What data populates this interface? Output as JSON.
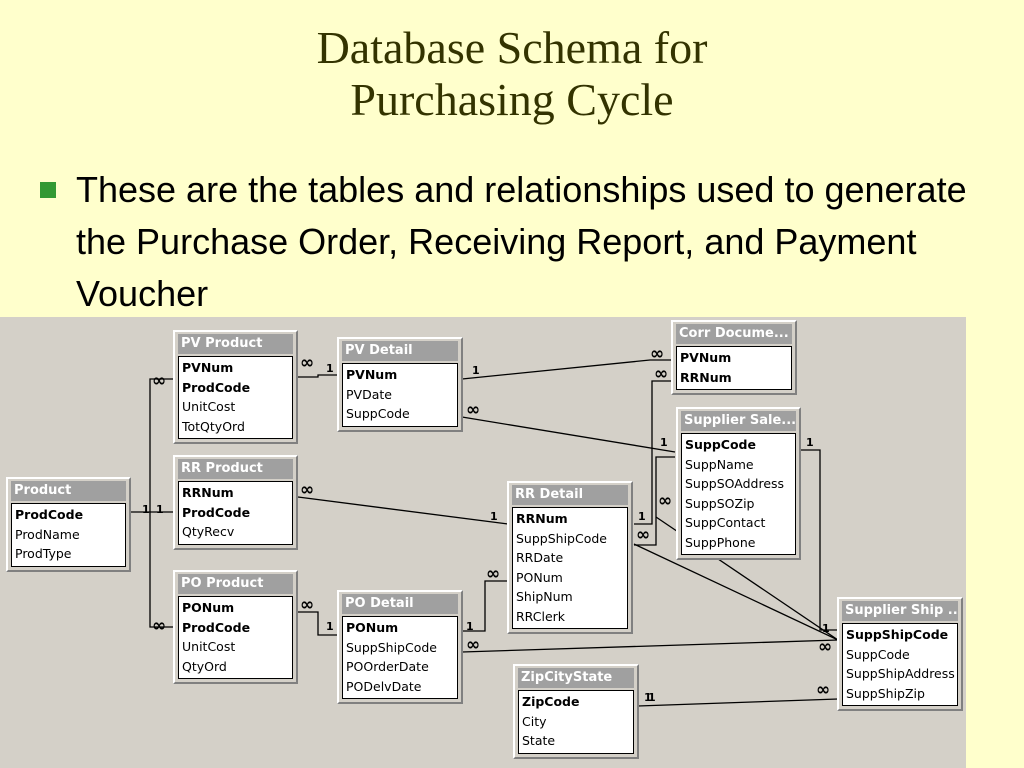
{
  "slide": {
    "title_line1": "Database Schema for",
    "title_line2": "Purchasing Cycle",
    "bullet": "These are the tables and relationships used to generate the Purchase Order, Receiving Report, and Payment Voucher"
  },
  "colors": {
    "background": "#ffffcc",
    "title": "#333300",
    "bullet": "#339933",
    "diagram_bg": "#d4d0c8"
  },
  "tables": {
    "pv_product": {
      "title": "PV Product",
      "fields": [
        "PVNum",
        "ProdCode",
        "UnitCost",
        "TotQtyOrd"
      ]
    },
    "pv_detail": {
      "title": "PV Detail",
      "fields": [
        "PVNum",
        "PVDate",
        "SuppCode"
      ]
    },
    "corr_document": {
      "title": "Corr Docume...",
      "fields": [
        "PVNum",
        "RRNum"
      ]
    },
    "supplier_sales": {
      "title": "Supplier Sale...",
      "fields": [
        "SuppCode",
        "SuppName",
        "SuppSOAddress",
        "SuppSOZip",
        "SuppContact",
        "SuppPhone"
      ]
    },
    "rr_product": {
      "title": "RR Product",
      "fields": [
        "RRNum",
        "ProdCode",
        "QtyRecv"
      ]
    },
    "product": {
      "title": "Product",
      "fields": [
        "ProdCode",
        "ProdName",
        "ProdType"
      ]
    },
    "rr_detail": {
      "title": "RR Detail",
      "fields": [
        "RRNum",
        "SuppShipCode",
        "RRDate",
        "PONum",
        "ShipNum",
        "RRClerk"
      ]
    },
    "po_product": {
      "title": "PO Product",
      "fields": [
        "PONum",
        "ProdCode",
        "UnitCost",
        "QtyOrd"
      ]
    },
    "po_detail": {
      "title": "PO Detail",
      "fields": [
        "PONum",
        "SuppShipCode",
        "POOrderDate",
        "PODelvDate"
      ]
    },
    "supplier_ship": {
      "title": "Supplier Ship ...",
      "fields": [
        "SuppShipCode",
        "SuppCode",
        "SuppShipAddress",
        "SuppShipZip"
      ]
    },
    "zip_city_state": {
      "title": "ZipCityState",
      "fields": [
        "ZipCode",
        "City",
        "State"
      ]
    }
  },
  "cardinality": {
    "one": "1",
    "many": "∞"
  }
}
